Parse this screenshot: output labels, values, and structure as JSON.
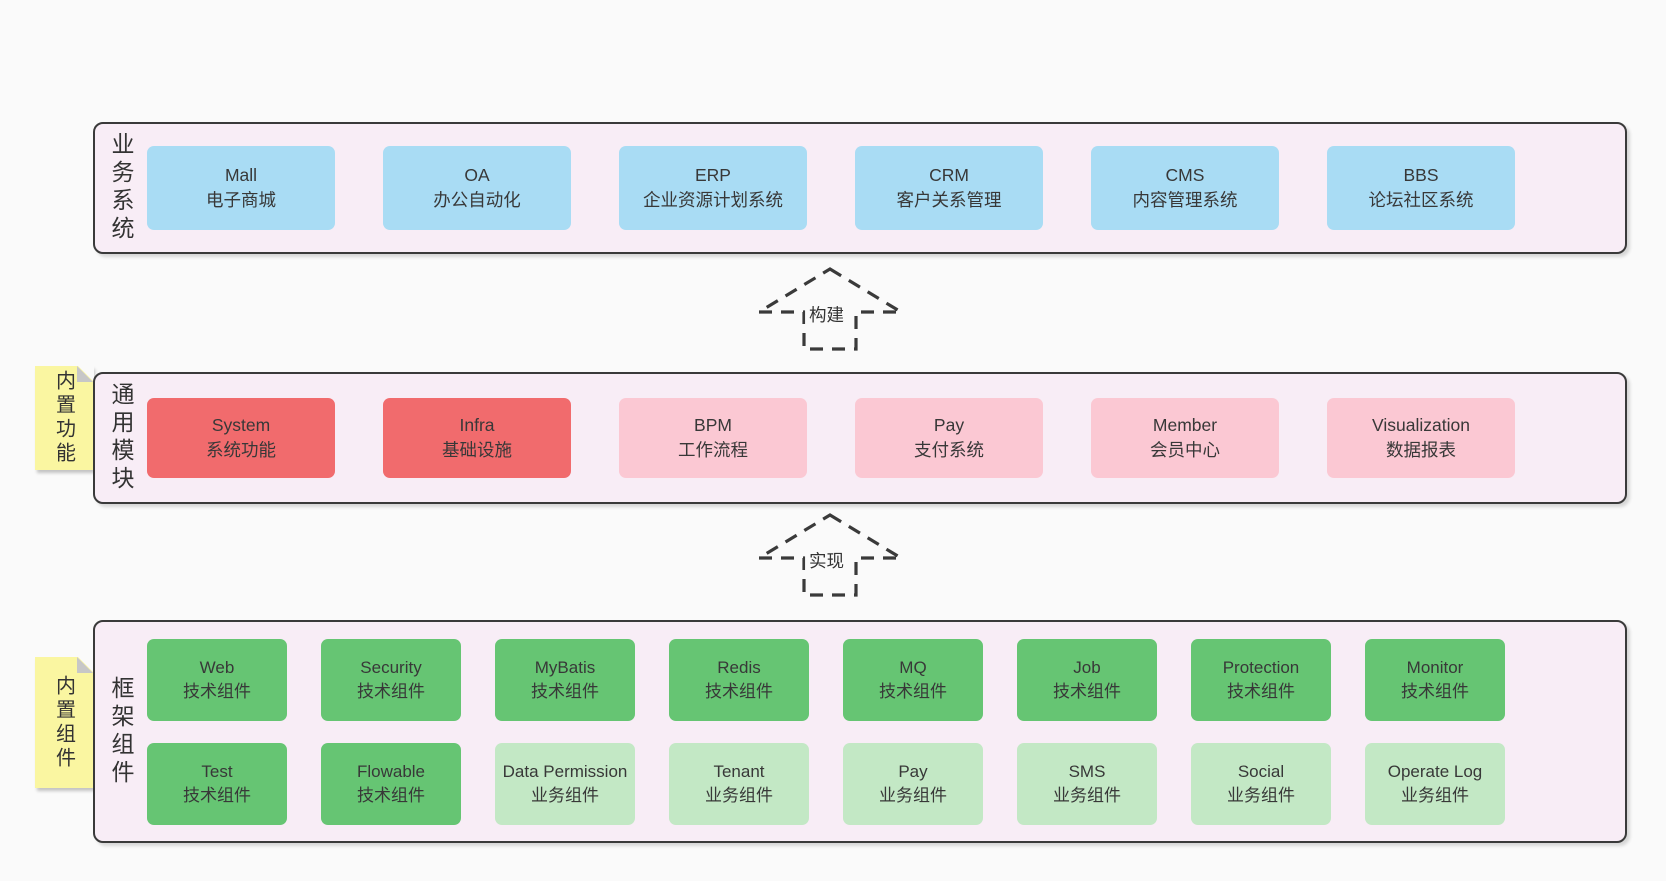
{
  "diagram": {
    "arrows": [
      {
        "label": "构建"
      },
      {
        "label": "实现"
      }
    ],
    "sections": [
      {
        "id": "business",
        "side_label": "业务系统",
        "sticky_tab": null,
        "rows": [
          [
            {
              "name": "Mall",
              "desc": "电子商城",
              "variant": "blue"
            },
            {
              "name": "OA",
              "desc": "办公自动化",
              "variant": "blue"
            },
            {
              "name": "ERP",
              "desc": "企业资源计划系统",
              "variant": "blue"
            },
            {
              "name": "CRM",
              "desc": "客户关系管理",
              "variant": "blue"
            },
            {
              "name": "CMS",
              "desc": "内容管理系统",
              "variant": "blue"
            },
            {
              "name": "BBS",
              "desc": "论坛社区系统",
              "variant": "blue"
            }
          ]
        ]
      },
      {
        "id": "modules",
        "side_label": "通用模块",
        "sticky_tab": "内置功能",
        "rows": [
          [
            {
              "name": "System",
              "desc": "系统功能",
              "variant": "red"
            },
            {
              "name": "Infra",
              "desc": "基础设施",
              "variant": "red"
            },
            {
              "name": "BPM",
              "desc": "工作流程",
              "variant": "pink"
            },
            {
              "name": "Pay",
              "desc": "支付系统",
              "variant": "pink"
            },
            {
              "name": "Member",
              "desc": "会员中心",
              "variant": "pink"
            },
            {
              "name": "Visualization",
              "desc": "数据报表",
              "variant": "pink"
            }
          ]
        ]
      },
      {
        "id": "framework",
        "side_label": "框架组件",
        "sticky_tab": "内置组件",
        "rows": [
          [
            {
              "name": "Web",
              "desc": "技术组件",
              "variant": "green"
            },
            {
              "name": "Security",
              "desc": "技术组件",
              "variant": "green"
            },
            {
              "name": "MyBatis",
              "desc": "技术组件",
              "variant": "green"
            },
            {
              "name": "Redis",
              "desc": "技术组件",
              "variant": "green"
            },
            {
              "name": "MQ",
              "desc": "技术组件",
              "variant": "green"
            },
            {
              "name": "Job",
              "desc": "技术组件",
              "variant": "green"
            },
            {
              "name": "Protection",
              "desc": "技术组件",
              "variant": "green"
            },
            {
              "name": "Monitor",
              "desc": "技术组件",
              "variant": "green"
            }
          ],
          [
            {
              "name": "Test",
              "desc": "技术组件",
              "variant": "green"
            },
            {
              "name": "Flowable",
              "desc": "技术组件",
              "variant": "green"
            },
            {
              "name": "Data Permission",
              "desc": "业务组件",
              "variant": "lightgreen"
            },
            {
              "name": "Tenant",
              "desc": "业务组件",
              "variant": "lightgreen"
            },
            {
              "name": "Pay",
              "desc": "业务组件",
              "variant": "lightgreen"
            },
            {
              "name": "SMS",
              "desc": "业务组件",
              "variant": "lightgreen"
            },
            {
              "name": "Social",
              "desc": "业务组件",
              "variant": "lightgreen"
            },
            {
              "name": "Operate Log",
              "desc": "业务组件",
              "variant": "lightgreen"
            }
          ]
        ]
      }
    ],
    "colors": {
      "page_bg": "#fafafa",
      "band_bg": "#f8edf6",
      "border": "#3a3a3a",
      "blue": "#a9dcf4",
      "red": "#f16b6d",
      "pink": "#fbc8d3",
      "green": "#66c573",
      "lightgreen": "#c3e8c5",
      "sticky_yellow": "#faf6a1",
      "text": "#383838"
    }
  }
}
